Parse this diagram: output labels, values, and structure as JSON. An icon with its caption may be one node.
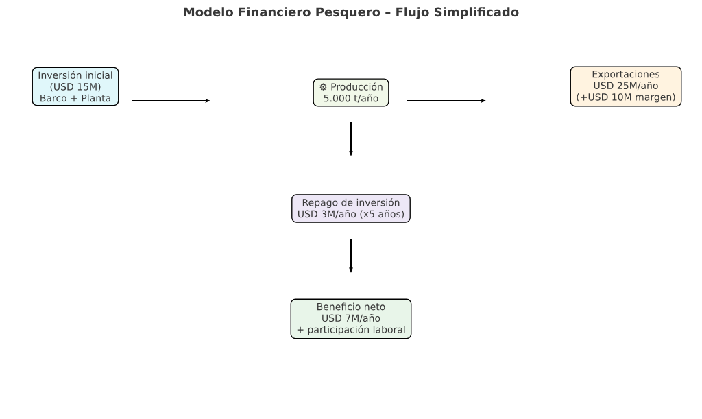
{
  "diagram": {
    "title": "Modelo Financiero Pesquero – Flujo Simplificado",
    "nodes": [
      {
        "text": [
          "Inversión inicial",
          "(USD 15M)",
          "Barco + Planta"
        ]
      },
      {
        "text": [
          "⚙ Producción",
          "5.000 t/año"
        ]
      },
      {
        "text": [
          "Exportaciones",
          "USD 25M/año",
          "(+USD 10M margen)"
        ]
      },
      {
        "text": [
          "Repago de inversión",
          "USD 3M/año (x5 años)"
        ]
      },
      {
        "text": [
          "Beneficio neto",
          "USD 7M/año",
          "+ participación laboral"
        ]
      }
    ],
    "edges": [
      {
        "from": 0,
        "to": null,
        "arrow": "to"
      },
      {
        "from": 1,
        "to": null,
        "arrow": "to"
      },
      {
        "from": 1,
        "to": 3,
        "arrow": "to"
      },
      {
        "from": 3,
        "to": 4,
        "arrow": "to"
      }
    ]
  }
}
